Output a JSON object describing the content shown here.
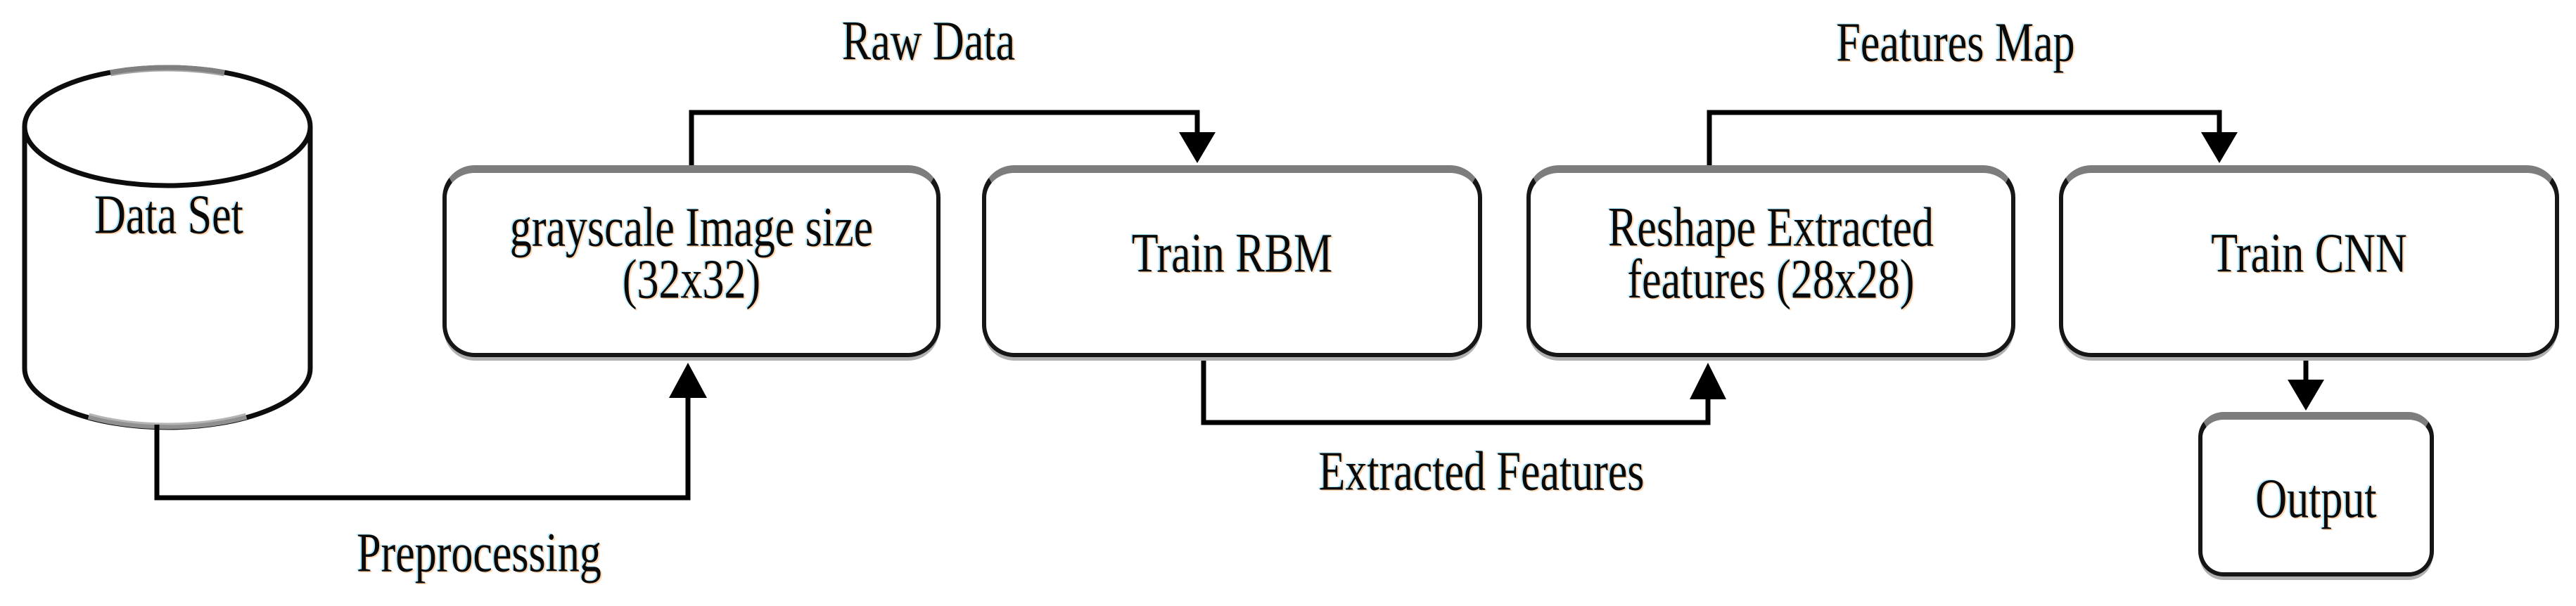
{
  "figure": {
    "type": "flow-diagram",
    "description": "Pipeline flowchart: dataset is preprocessed to grayscale images, fed to an RBM, extracted features are reshaped and used to train a CNN which produces the output.",
    "colors": {
      "background": "#ffffff",
      "line": "#000000",
      "box_border": "#161616",
      "box_top_edge": "#7d7d7d",
      "box_shadow": "#b0b0b0",
      "cylinder_outline": "#0d0d0d",
      "text": "#0a0a0a"
    },
    "nodes": {
      "dataset": {
        "shape": "cylinder",
        "label": "Data Set"
      },
      "grayscale": {
        "shape": "rounded-rect",
        "line1": "grayscale Image size",
        "line2": "(32x32)"
      },
      "train_rbm": {
        "shape": "rounded-rect",
        "label": "Train RBM"
      },
      "reshape": {
        "shape": "rounded-rect",
        "line1": "Reshape Extracted",
        "line2": "features (28x28)"
      },
      "train_cnn": {
        "shape": "rounded-rect",
        "label": "Train CNN"
      },
      "output": {
        "shape": "rounded-rect",
        "label": "Output"
      }
    },
    "edges": {
      "preprocessing": {
        "from": "dataset",
        "to": "grayscale",
        "label": "Preprocessing"
      },
      "raw_data": {
        "from": "grayscale",
        "to": "train_rbm",
        "label": "Raw Data"
      },
      "extracted_features": {
        "from": "train_rbm",
        "to": "reshape",
        "label": "Extracted Features"
      },
      "features_map": {
        "from": "reshape",
        "to": "train_cnn",
        "label": "Features Map"
      },
      "cnn_to_output": {
        "from": "train_cnn",
        "to": "output",
        "label": ""
      }
    }
  }
}
